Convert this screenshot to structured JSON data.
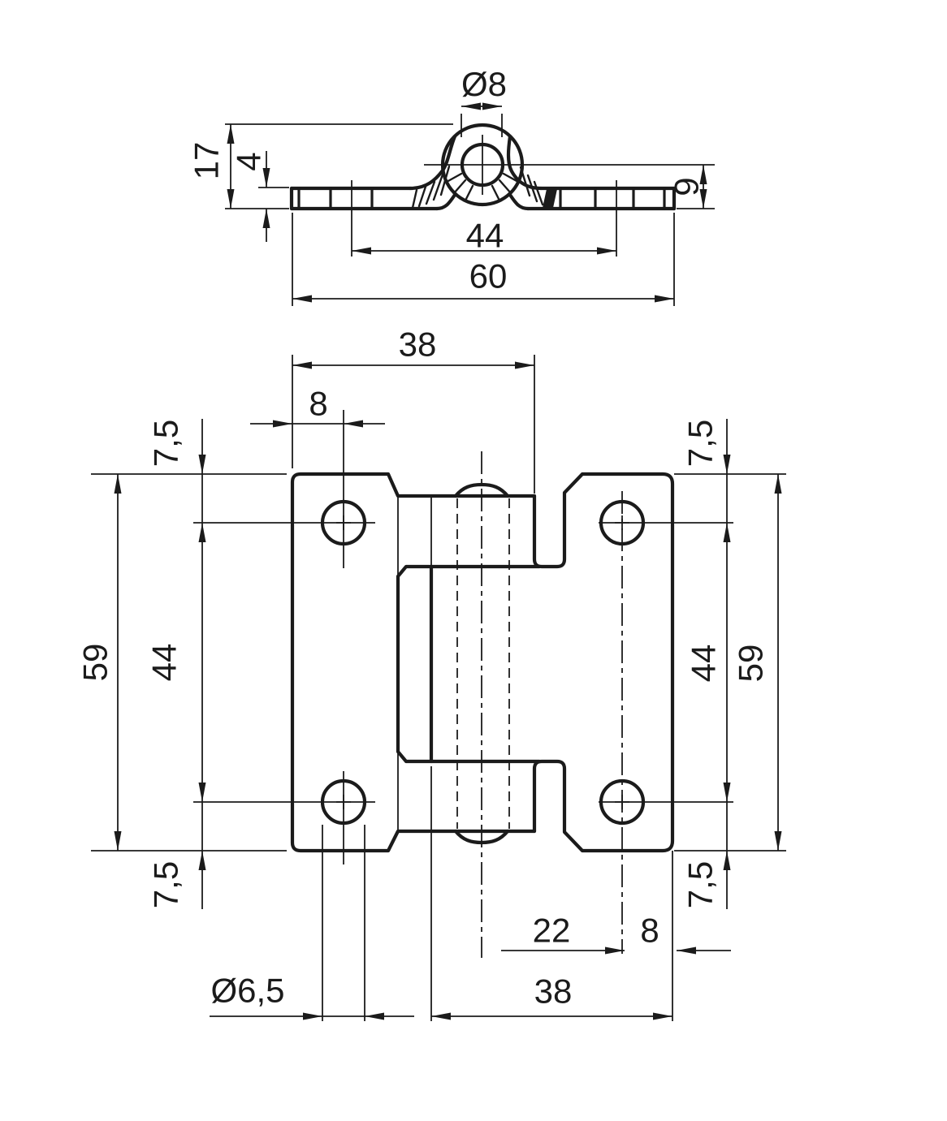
{
  "drawing": {
    "type": "technical-dimension-drawing",
    "subject": "surface-mount hinge, two views",
    "colors": {
      "background": "#ffffff",
      "ink": "#1b1b1b"
    },
    "top_view": {
      "dimensions": {
        "pin_hole_diameter": "Ø8",
        "knuckle_height": "17",
        "leaf_thickness": "4",
        "hole_spacing": "44",
        "overall_length": "60",
        "pin_center_height": "9"
      }
    },
    "front_view": {
      "dimensions": {
        "left_leaf_width": "38",
        "hole_edge_distance_top": "8",
        "hole_top_offset_left": "7,5",
        "overall_height_left": "59",
        "hole_spacing_left": "44",
        "hole_bottom_offset_left": "7,5",
        "hole_top_offset_right": "7,5",
        "hole_spacing_right": "44",
        "overall_height_right": "59",
        "hole_bottom_offset_right": "7,5",
        "pin_to_hole_distance": "22",
        "hole_edge_distance_bottom": "8",
        "right_leaf_width": "38",
        "screw_hole_diameter": "Ø6,5"
      }
    }
  }
}
